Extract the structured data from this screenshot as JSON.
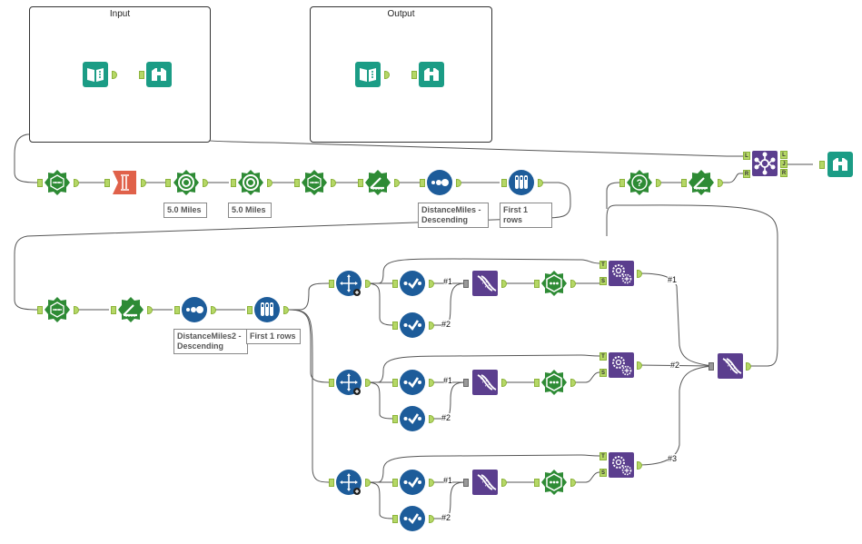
{
  "canvas": {
    "containers": [
      {
        "id": "input",
        "title": "Input"
      },
      {
        "id": "output",
        "title": "Output"
      }
    ],
    "annotations": {
      "buffer1": "5.0 Miles",
      "buffer2": "5.0 Miles",
      "sort1": "DistanceMiles - Descending",
      "sample1": "First 1 rows",
      "sort2": "DistanceMiles2 - Descending",
      "sample2": "First 1 rows"
    },
    "wire_labels": {
      "r1_a": "#1",
      "r1_b": "#2",
      "r2_a": "#1",
      "r2_b": "#2",
      "r3_a": "#1",
      "r3_b": "#2",
      "u1": "#1",
      "u2": "#2",
      "u3": "#3"
    },
    "anchor_labels": {
      "join_left": "L",
      "join_right": "R",
      "join_out_left": "L",
      "join_out_join": "J",
      "join_out_right": "R",
      "batch_control": "T",
      "batch_input": "S"
    },
    "colors": {
      "io_teal": "#1b9c85",
      "spatial_green": "#2e8b35",
      "prep_blue": "#1d5c9a",
      "developer_purple": "#5b3e8e",
      "transform_red": "#e0614a",
      "anchor_green": "#b5d766",
      "wire": "#555555"
    }
  }
}
